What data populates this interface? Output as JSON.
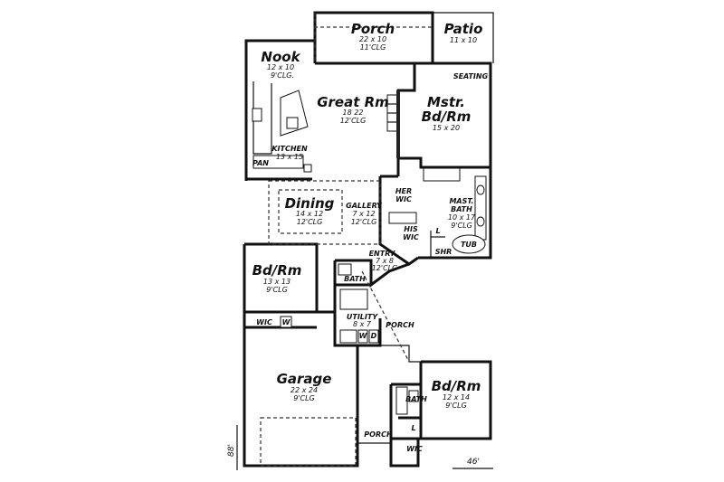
{
  "rooms": {
    "porch_top": {
      "name": "Porch",
      "dims": "22 x 10",
      "clg": "11'CLG"
    },
    "patio": {
      "name": "Patio",
      "dims": "11 x 10"
    },
    "nook": {
      "name": "Nook",
      "dims": "12 x 10",
      "clg": "9'CLG."
    },
    "great_rm": {
      "name": "Great Rm",
      "dims": "18  22",
      "clg": "12'CLG"
    },
    "mstr_bdrm": {
      "name_line1": "Mstr.",
      "name_line2": "Bd/Rm",
      "dims": "15 x 20",
      "label": "SEATING"
    },
    "kitchen": {
      "name": "KITCHEN",
      "dims": "13 x 15",
      "pan": "PAN"
    },
    "dining": {
      "name": "Dining",
      "dims": "14 x 12",
      "clg": "12'CLG"
    },
    "gallery": {
      "name": "GALLERY",
      "dims": "7 x 12",
      "clg": "12'CLG"
    },
    "her_wic": {
      "line1": "HER",
      "line2": "WIC"
    },
    "his_wic": {
      "line1": "HIS",
      "line2": "WIC"
    },
    "mast_bath": {
      "line1": "MAST.",
      "line2": "BATH",
      "dims": "10 x 17",
      "clg": "9'CLG"
    },
    "shr": "SHR",
    "tub": "TUB",
    "l_master": "L",
    "entry": {
      "name": "ENTRY",
      "dims": "7 x 8",
      "clg": "12'CLG"
    },
    "bdrm_left": {
      "name": "Bd/Rm",
      "dims": "13 x 13",
      "clg": "9'CLG"
    },
    "bath_mid": "BATH",
    "utility": {
      "name": "UTILITY",
      "dims": "8 x 7"
    },
    "w_util": "W",
    "d_util": "D",
    "wic_left": "WIC",
    "w_left": "W",
    "porch_mid": "PORCH",
    "garage": {
      "name": "Garage",
      "dims": "22 x 24",
      "clg": "9'CLG"
    },
    "bdrm_right": {
      "name": "Bd/Rm",
      "dims": "12 x 14",
      "clg": "9'CLG"
    },
    "bath_right": "BATH",
    "l_right": "L",
    "porch_bottom": "PORCH",
    "wic_bottom": "WIC"
  },
  "dimensions": {
    "depth": "88'",
    "width": "46'"
  }
}
